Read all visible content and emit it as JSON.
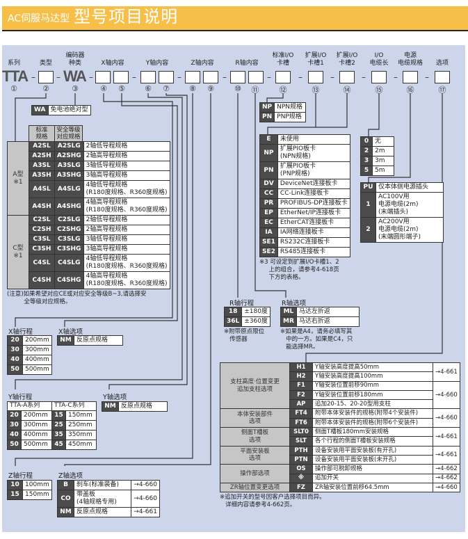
{
  "header": {
    "subtitle": "AC伺服马达型",
    "title": "型号项目说明"
  },
  "model": {
    "series": "TTA",
    "encoder": "WA",
    "labels": [
      "系列",
      "类型",
      "编码器\n种类",
      "X轴内容",
      "Y轴内容",
      "Z轴内容",
      "R轴内容",
      "标准I/O\n卡槽",
      "扩展I/O\n卡槽1",
      "扩展I/O\n卡槽2",
      "I/O\n电缆长",
      "电源\n电缆规格",
      "选项"
    ],
    "numbers": [
      "①",
      "②",
      "③",
      "④",
      "⑤",
      "⑥",
      "⑦",
      "⑧",
      "⑨",
      "⑩",
      "⑪",
      "⑫",
      "⑬",
      "⑭",
      "⑮",
      "⑯",
      "⑰"
    ]
  },
  "wa": {
    "rows": [
      {
        "code": "WA",
        "desc": "免电池绝对型"
      }
    ]
  },
  "type_table": {
    "headers": [
      "标准\n规格",
      "安全等级\n对应规格"
    ],
    "rows": [
      {
        "group": "A型\n※1",
        "group_rows": 6,
        "code": "A2SL",
        "code_safe": "A2SLG",
        "desc": "2轴低导程规格"
      },
      {
        "code": "A2SH",
        "code_safe": "A2SHG",
        "desc": "2轴高导程规格"
      },
      {
        "code": "A3SL",
        "code_safe": "A3SLG",
        "desc": "3轴低导程规格"
      },
      {
        "code": "A3SH",
        "code_safe": "A3SHG",
        "desc": "3轴高导程规格"
      },
      {
        "code": "A4SL",
        "code_safe": "A4SLG",
        "desc": "4轴低导程规格\n(R180度规格、R360度规格)"
      },
      {
        "code": "A4SH",
        "code_safe": "A4SHG",
        "desc": "4轴高导程规格\n(R180度规格、R360度规格)"
      },
      {
        "group": "C型\n※1",
        "group_rows": 6,
        "code": "C2SL",
        "code_safe": "C2SLG",
        "desc": "2轴低导程规格"
      },
      {
        "code": "C2SH",
        "code_safe": "C2SHG",
        "desc": "2轴高导程规格"
      },
      {
        "code": "C3SL",
        "code_safe": "C3SLG",
        "desc": "3轴低导程规格"
      },
      {
        "code": "C3SH",
        "code_safe": "C3SHG",
        "desc": "3轴高导程规格"
      },
      {
        "code": "C4SL",
        "code_safe": "C4SLG",
        "desc": "4轴低导程规格\n(R180度规格、R360度规格)"
      },
      {
        "code": "C4SH",
        "code_safe": "C4SHG",
        "desc": "4轴高导程规格\n(R180度规格、R360度规格)"
      }
    ],
    "note": "(注意)如果希望对应CE或对应安全等级B~3,请选择安\n         全等级对应规格。"
  },
  "std_io": {
    "rows": [
      {
        "code": "NP",
        "desc": "NPN规格"
      },
      {
        "code": "PN",
        "desc": "PNP规格"
      }
    ]
  },
  "ext_io": {
    "rows": [
      {
        "code": "E",
        "desc": "未使用"
      },
      {
        "code": "NP",
        "desc": "扩展PIO板卡\n(NPN规格)"
      },
      {
        "code": "PN",
        "desc": "扩展PIO板卡\n(PNP规格)"
      },
      {
        "code": "DV",
        "desc": "DeviceNet连接板卡"
      },
      {
        "code": "CC",
        "desc": "CC-Link连接板卡"
      },
      {
        "code": "PR",
        "desc": "PROFIBUS-DP连接板卡"
      },
      {
        "code": "EP",
        "desc": "EtherNet/IP连接板卡"
      },
      {
        "code": "EC",
        "desc": "EtherCAT连接板卡"
      },
      {
        "code": "IA",
        "desc": "IA网络连接板卡"
      },
      {
        "code": "SE1",
        "desc": "RS232C连接板卡"
      },
      {
        "code": "SE2",
        "desc": "RS485连接板卡"
      }
    ],
    "note": "※3 可设定到扩展I/O卡槽1、2\n     上的组合，请参考4-618页\n     下方的表格。"
  },
  "io_cable": {
    "rows": [
      {
        "code": "0",
        "desc": "无"
      },
      {
        "code": "2",
        "desc": "2m"
      },
      {
        "code": "3",
        "desc": "3m"
      },
      {
        "code": "5",
        "desc": "5m"
      }
    ]
  },
  "power_cable": {
    "rows": [
      {
        "code": "PU",
        "desc": "仅本体侧电源插头"
      },
      {
        "code": "1",
        "desc": "AC100V用\n电源电缆(2m)\n(末端插头)"
      },
      {
        "code": "2",
        "desc": "AC200V用\n电源电缆(2m)\n(末端圆形端子)"
      }
    ]
  },
  "x_stroke": {
    "label": "X轴行程",
    "rows": [
      {
        "code": "20",
        "desc": "200mm"
      },
      {
        "code": "30",
        "desc": "300mm"
      },
      {
        "code": "40",
        "desc": "400mm"
      },
      {
        "code": "50",
        "desc": "500mm"
      }
    ]
  },
  "x_option": {
    "label": "X轴选项",
    "rows": [
      {
        "code": "NM",
        "desc": "反原点规格"
      }
    ]
  },
  "y_stroke": {
    "label": "Y轴行程",
    "headers": [
      "TTA-A系列",
      "TTA-C系列"
    ],
    "rows": [
      {
        "code": "20",
        "desc": "200mm",
        "code2": "15",
        "desc2": "150mm"
      },
      {
        "code": "30",
        "desc": "300mm",
        "code2": "25",
        "desc2": "250mm"
      },
      {
        "code": "40",
        "desc": "400mm",
        "code2": "35",
        "desc2": "350mm"
      },
      {
        "code": "50",
        "desc": "500mm",
        "code2": "45",
        "desc2": "450mm"
      }
    ]
  },
  "y_option": {
    "label": "Y轴选项",
    "rows": [
      {
        "code": "NM",
        "desc": "反原点规格"
      }
    ]
  },
  "z_stroke": {
    "label": "Z轴行程",
    "rows": [
      {
        "code": "10",
        "desc": "100mm"
      },
      {
        "code": "15",
        "desc": "150mm"
      }
    ]
  },
  "z_option": {
    "label": "Z轴选项",
    "rows": [
      {
        "code": "B",
        "desc": "刹车(标准装备)",
        "ref": "→4-660"
      },
      {
        "code": "CO",
        "desc": "带盖板\n(4轴规格专用)",
        "ref": "→4-660"
      },
      {
        "code": "NM",
        "desc": "反原点规格",
        "ref": "→4-661"
      }
    ]
  },
  "r_stroke": {
    "label": "R轴行程",
    "rows": [
      {
        "code": "18",
        "desc": "±180度"
      },
      {
        "code": "36L",
        "desc": "±360度"
      }
    ],
    "note": "※附带原点限位\n   传感器"
  },
  "r_option": {
    "label": "R轴选项",
    "rows": [
      {
        "code": "ML",
        "desc": "马达左折返"
      },
      {
        "code": "MR",
        "desc": "马达右折返"
      }
    ],
    "note": "※如果是A4，请务必填写其\n   中的一方。如果是C4，只\n   能选择MR。"
  },
  "options": {
    "rows": [
      {
        "group": "支柱高度·位置变更\n追加支柱选项",
        "group_rows": 5,
        "code": "H1",
        "desc": "Y轴安装高度提高50mm",
        "ref": "→4-661",
        "ref_rows": 2
      },
      {
        "code": "H2",
        "desc": "Y轴安装高度提高100mm"
      },
      {
        "code": "F1",
        "desc": "Y轴安装位置前移90mm",
        "ref": "→4-660",
        "ref_rows": 3
      },
      {
        "code": "F2",
        "desc": "Y轴安装位置前移180mm"
      },
      {
        "code": "AP",
        "desc": "追加20-15、20-20型用支柱"
      },
      {
        "group": "本体安装部件\n选项",
        "group_rows": 2,
        "code": "FT4",
        "desc": "附带本体安装件的规格(附带4个安装件)",
        "ref": "→4-660",
        "ref_rows": 2
      },
      {
        "code": "FT6",
        "desc": "附带本体安装件的规格(附带6个安装件)"
      },
      {
        "group": "侧面T槽板\n选项",
        "group_rows": 2,
        "code": "SLT0",
        "desc": "侧面T槽板180mm安装规格",
        "ref": "→4-661",
        "ref_rows": 2
      },
      {
        "code": "SLT",
        "desc": "各个行程的侧面T槽板安装规格"
      },
      {
        "group": "平面安装板\n选项",
        "group_rows": 2,
        "code": "PTH",
        "desc": "设备安装用平面安装板(有开孔)",
        "ref": "→4-661",
        "ref_rows": 2
      },
      {
        "code": "PTN",
        "desc": "设备安装用平面安装板(未开孔)"
      },
      {
        "group": "操作部选项",
        "group_rows": 2,
        "code": "OS",
        "desc": "操作部可脱卸规格",
        "ref": "→4-662"
      },
      {
        "code": "※",
        "desc": "追加开关",
        "ref": "→4-662"
      },
      {
        "group": "ZR轴位置变更选项",
        "group_rows": 1,
        "code": "FZ",
        "desc": "ZR轴安装位置前移64.5mm",
        "ref": "→4-660"
      }
    ],
    "note": "※追加开关的型号因客户选择项目而异。\n   详细内容请参考4-662页。"
  }
}
